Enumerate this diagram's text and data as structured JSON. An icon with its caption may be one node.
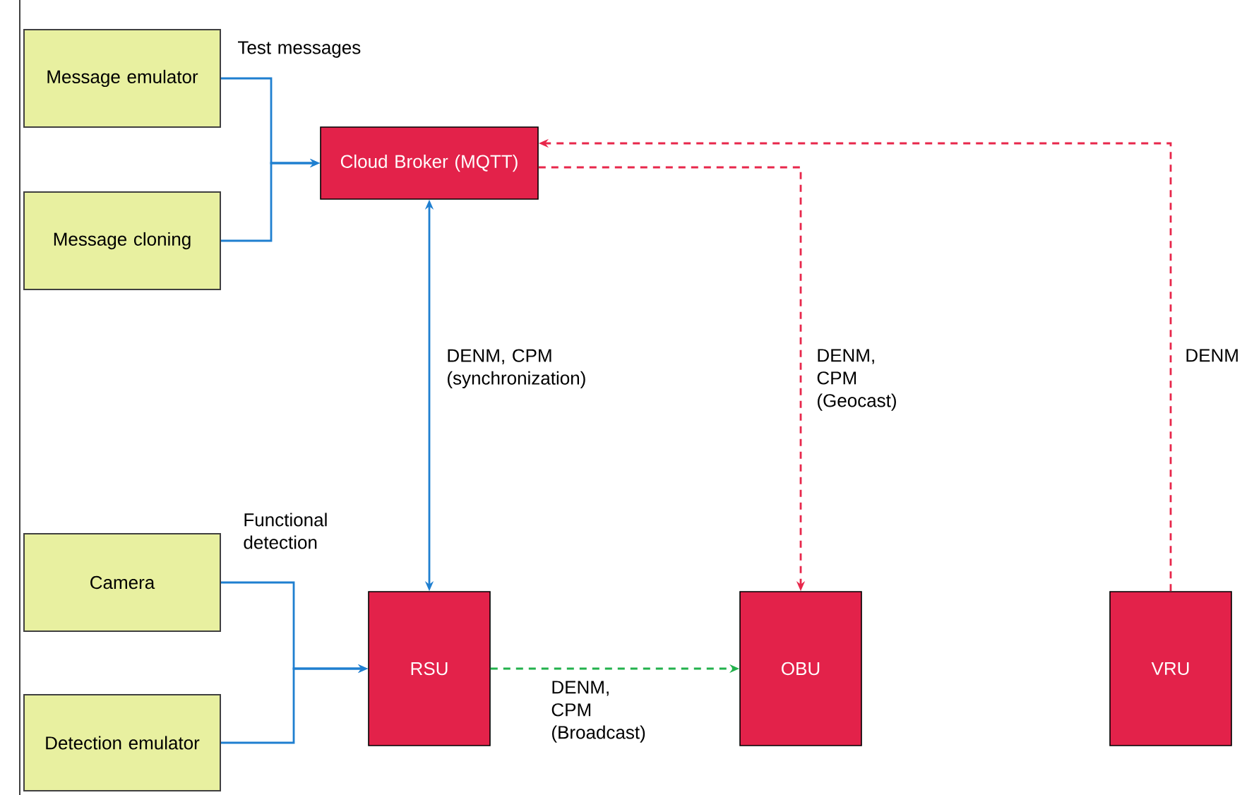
{
  "diagram": {
    "nodes": [
      {
        "text": [
          "Message emulator"
        ]
      },
      {
        "text": [
          "Message cloning"
        ]
      },
      {
        "text": [
          "Cloud Broker (MQTT)"
        ]
      },
      {
        "text": [
          "Camera"
        ]
      },
      {
        "text": [
          "Detection emulator"
        ]
      },
      {
        "text": [
          "RSU"
        ]
      },
      {
        "text": [
          "OBU"
        ]
      },
      {
        "text": [
          "VRU"
        ]
      }
    ],
    "edges": [
      {
        "from": 0,
        "to": 2,
        "arrow": "to",
        "label": "Test messages"
      },
      {
        "from": 1,
        "to": 2,
        "arrow": "to"
      },
      {
        "from": 2,
        "to": 5,
        "arrow": "both",
        "label": "DENM, CPM (synchronization)"
      },
      {
        "from": 2,
        "to": 6,
        "arrow": "to",
        "style": "dashed",
        "color": "#e8274b",
        "label": "DENM, CPM (Geocast)"
      },
      {
        "from": 7,
        "to": 2,
        "arrow": "to",
        "style": "dashed",
        "color": "#e8274b",
        "label": "DENM"
      },
      {
        "from": 3,
        "to": 5,
        "arrow": "to",
        "label": "Functional detection"
      },
      {
        "from": 4,
        "to": 5,
        "arrow": "to"
      },
      {
        "from": 5,
        "to": 6,
        "arrow": "to",
        "style": "dashed",
        "color": "#22b14c",
        "label": "DENM, CPM (Broadcast)"
      }
    ]
  }
}
